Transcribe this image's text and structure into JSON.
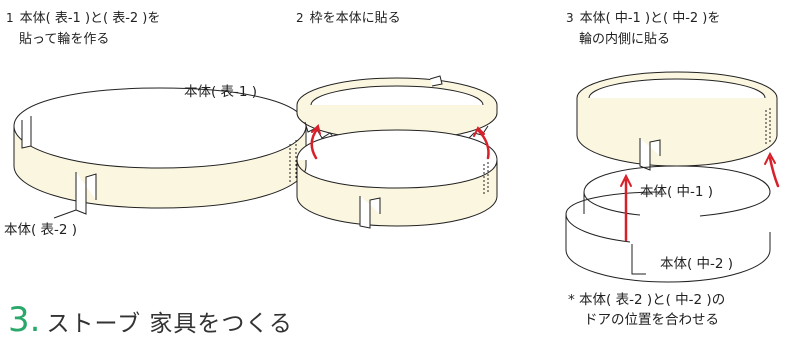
{
  "steps": [
    {
      "num": "1",
      "line1": "本体( 表-1 )と( 表-2 )を",
      "line2": "貼って輪を作る"
    },
    {
      "num": "2",
      "line1": "枠を本体に貼る",
      "line2": ""
    },
    {
      "num": "3",
      "line1": "本体( 中-1 )と( 中-2 )を",
      "line2": "輪の内側に貼る"
    }
  ],
  "labels": {
    "front1": "本体( 表-1 )",
    "front2": "本体( 表-2 )",
    "mid1": "本体( 中-1 )",
    "mid2": "本体( 中-2 )"
  },
  "note": {
    "line1": "* 本体( 表-2 )と( 中-2 )の",
    "line2": "ドアの位置を合わせる"
  },
  "section": {
    "number": "3.",
    "title": "ストーブ 家具をつくる"
  },
  "colors": {
    "paper": "#fbf6df",
    "arrow": "#d8202a",
    "outline": "#222222",
    "section_number": "#2aa86a"
  }
}
